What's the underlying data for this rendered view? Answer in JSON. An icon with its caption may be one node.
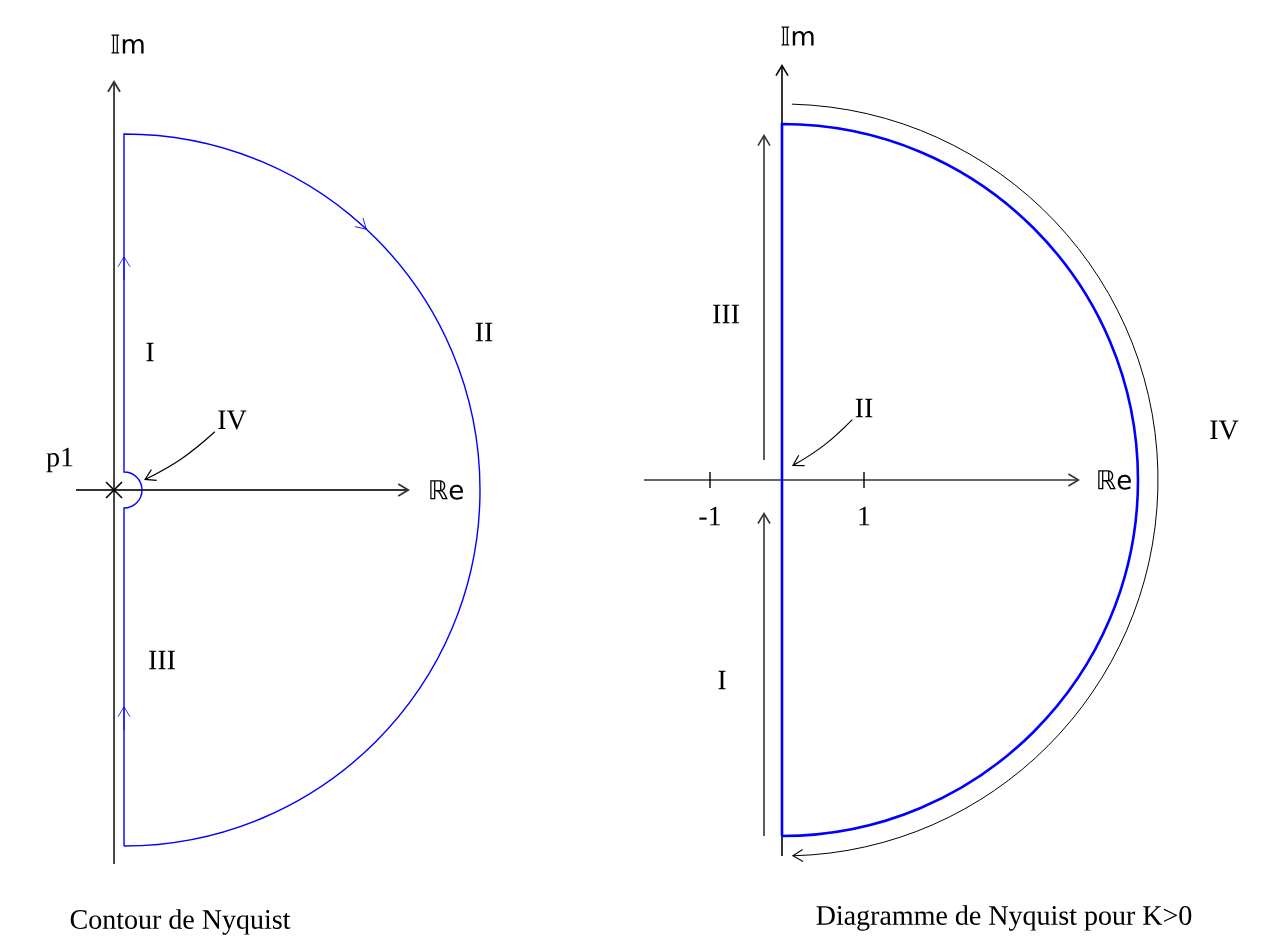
{
  "diagram": {
    "nodes": [
      {
        "text": [
          "IV"
        ]
      },
      {
        "text": [
          "II"
        ]
      }
    ],
    "edges": [
      {
        "from": 0,
        "to": null,
        "arrow": "to"
      },
      {
        "from": 1,
        "to": null,
        "arrow": "to"
      }
    ],
    "labels": [
      "𝕀m",
      "p1",
      "I",
      "II",
      "ℝe",
      "III",
      "Contour de Nyquist",
      "𝕀m",
      "III",
      "IV",
      "-1",
      "1",
      "ℝe",
      "I",
      "Diagramme de Nyquist pour K>0"
    ]
  }
}
